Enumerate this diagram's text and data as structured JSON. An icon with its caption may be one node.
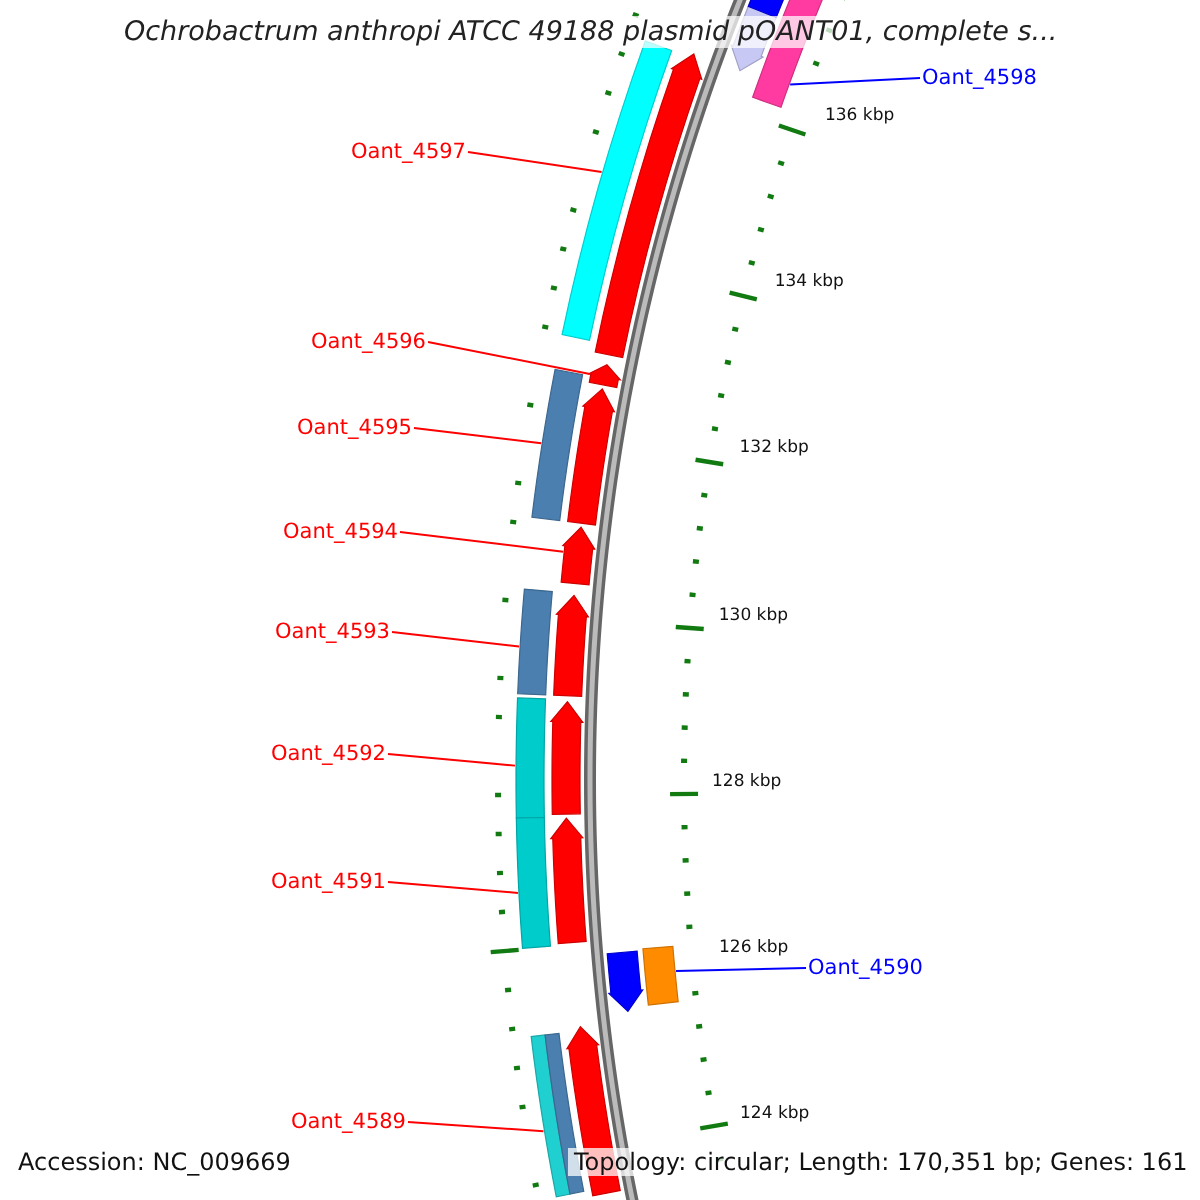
{
  "diagram": {
    "title": "Ochrobactrum anthropi ATCC 49188 plasmid pOANT01, complete s...",
    "nodes": [
      {
        "text": [
          "Oant_4598"
        ]
      },
      {
        "text": [
          "Oant_4597"
        ]
      },
      {
        "text": [
          "Oant_4596"
        ]
      },
      {
        "text": [
          "Oant_4595"
        ]
      },
      {
        "text": [
          "Oant_4594"
        ]
      },
      {
        "text": [
          "Oant_4593"
        ]
      },
      {
        "text": [
          "Oant_4592"
        ]
      },
      {
        "text": [
          "Oant_4591"
        ]
      },
      {
        "text": [
          "Oant_4590"
        ]
      },
      {
        "text": [
          "Oant_4589"
        ]
      },
      {
        "text": [],
        "shape": "bar"
      },
      {
        "text": [],
        "shape": "bar"
      },
      {
        "text": [],
        "shape": "arrow"
      },
      {
        "text": [],
        "shape": "bar"
      },
      {
        "text": [],
        "shape": "arrow"
      },
      {
        "text": [],
        "shape": "bar"
      },
      {
        "text": [],
        "shape": "bar"
      },
      {
        "text": [],
        "shape": "bar"
      },
      {
        "text": [],
        "shape": "bar"
      },
      {
        "text": [],
        "shape": "bar"
      }
    ],
    "edges": [
      {
        "from": 0,
        "to": 10,
        "arrow": "none",
        "color": "#0000ff"
      },
      {
        "from": 1,
        "to": 11,
        "arrow": "none"
      },
      {
        "from": 2,
        "to": 12,
        "arrow": "none"
      },
      {
        "from": 3,
        "to": 13,
        "arrow": "none"
      },
      {
        "from": 4,
        "to": 14,
        "arrow": "none"
      },
      {
        "from": 5,
        "to": 15,
        "arrow": "none"
      },
      {
        "from": 6,
        "to": 16,
        "arrow": "none"
      },
      {
        "from": 7,
        "to": 17,
        "arrow": "none"
      },
      {
        "from": 8,
        "to": 18,
        "arrow": "none",
        "color": "#0000ff"
      },
      {
        "from": 9,
        "to": 19,
        "arrow": "none"
      }
    ],
    "labels": [
      "136 kbp",
      "134 kbp",
      "132 kbp",
      "130 kbp",
      "128 kbp",
      "126 kbp",
      "124 kbp",
      "Accession: NC_009669",
      "Topology: circular; Length: 170,351 bp; Genes: 161"
    ]
  }
}
